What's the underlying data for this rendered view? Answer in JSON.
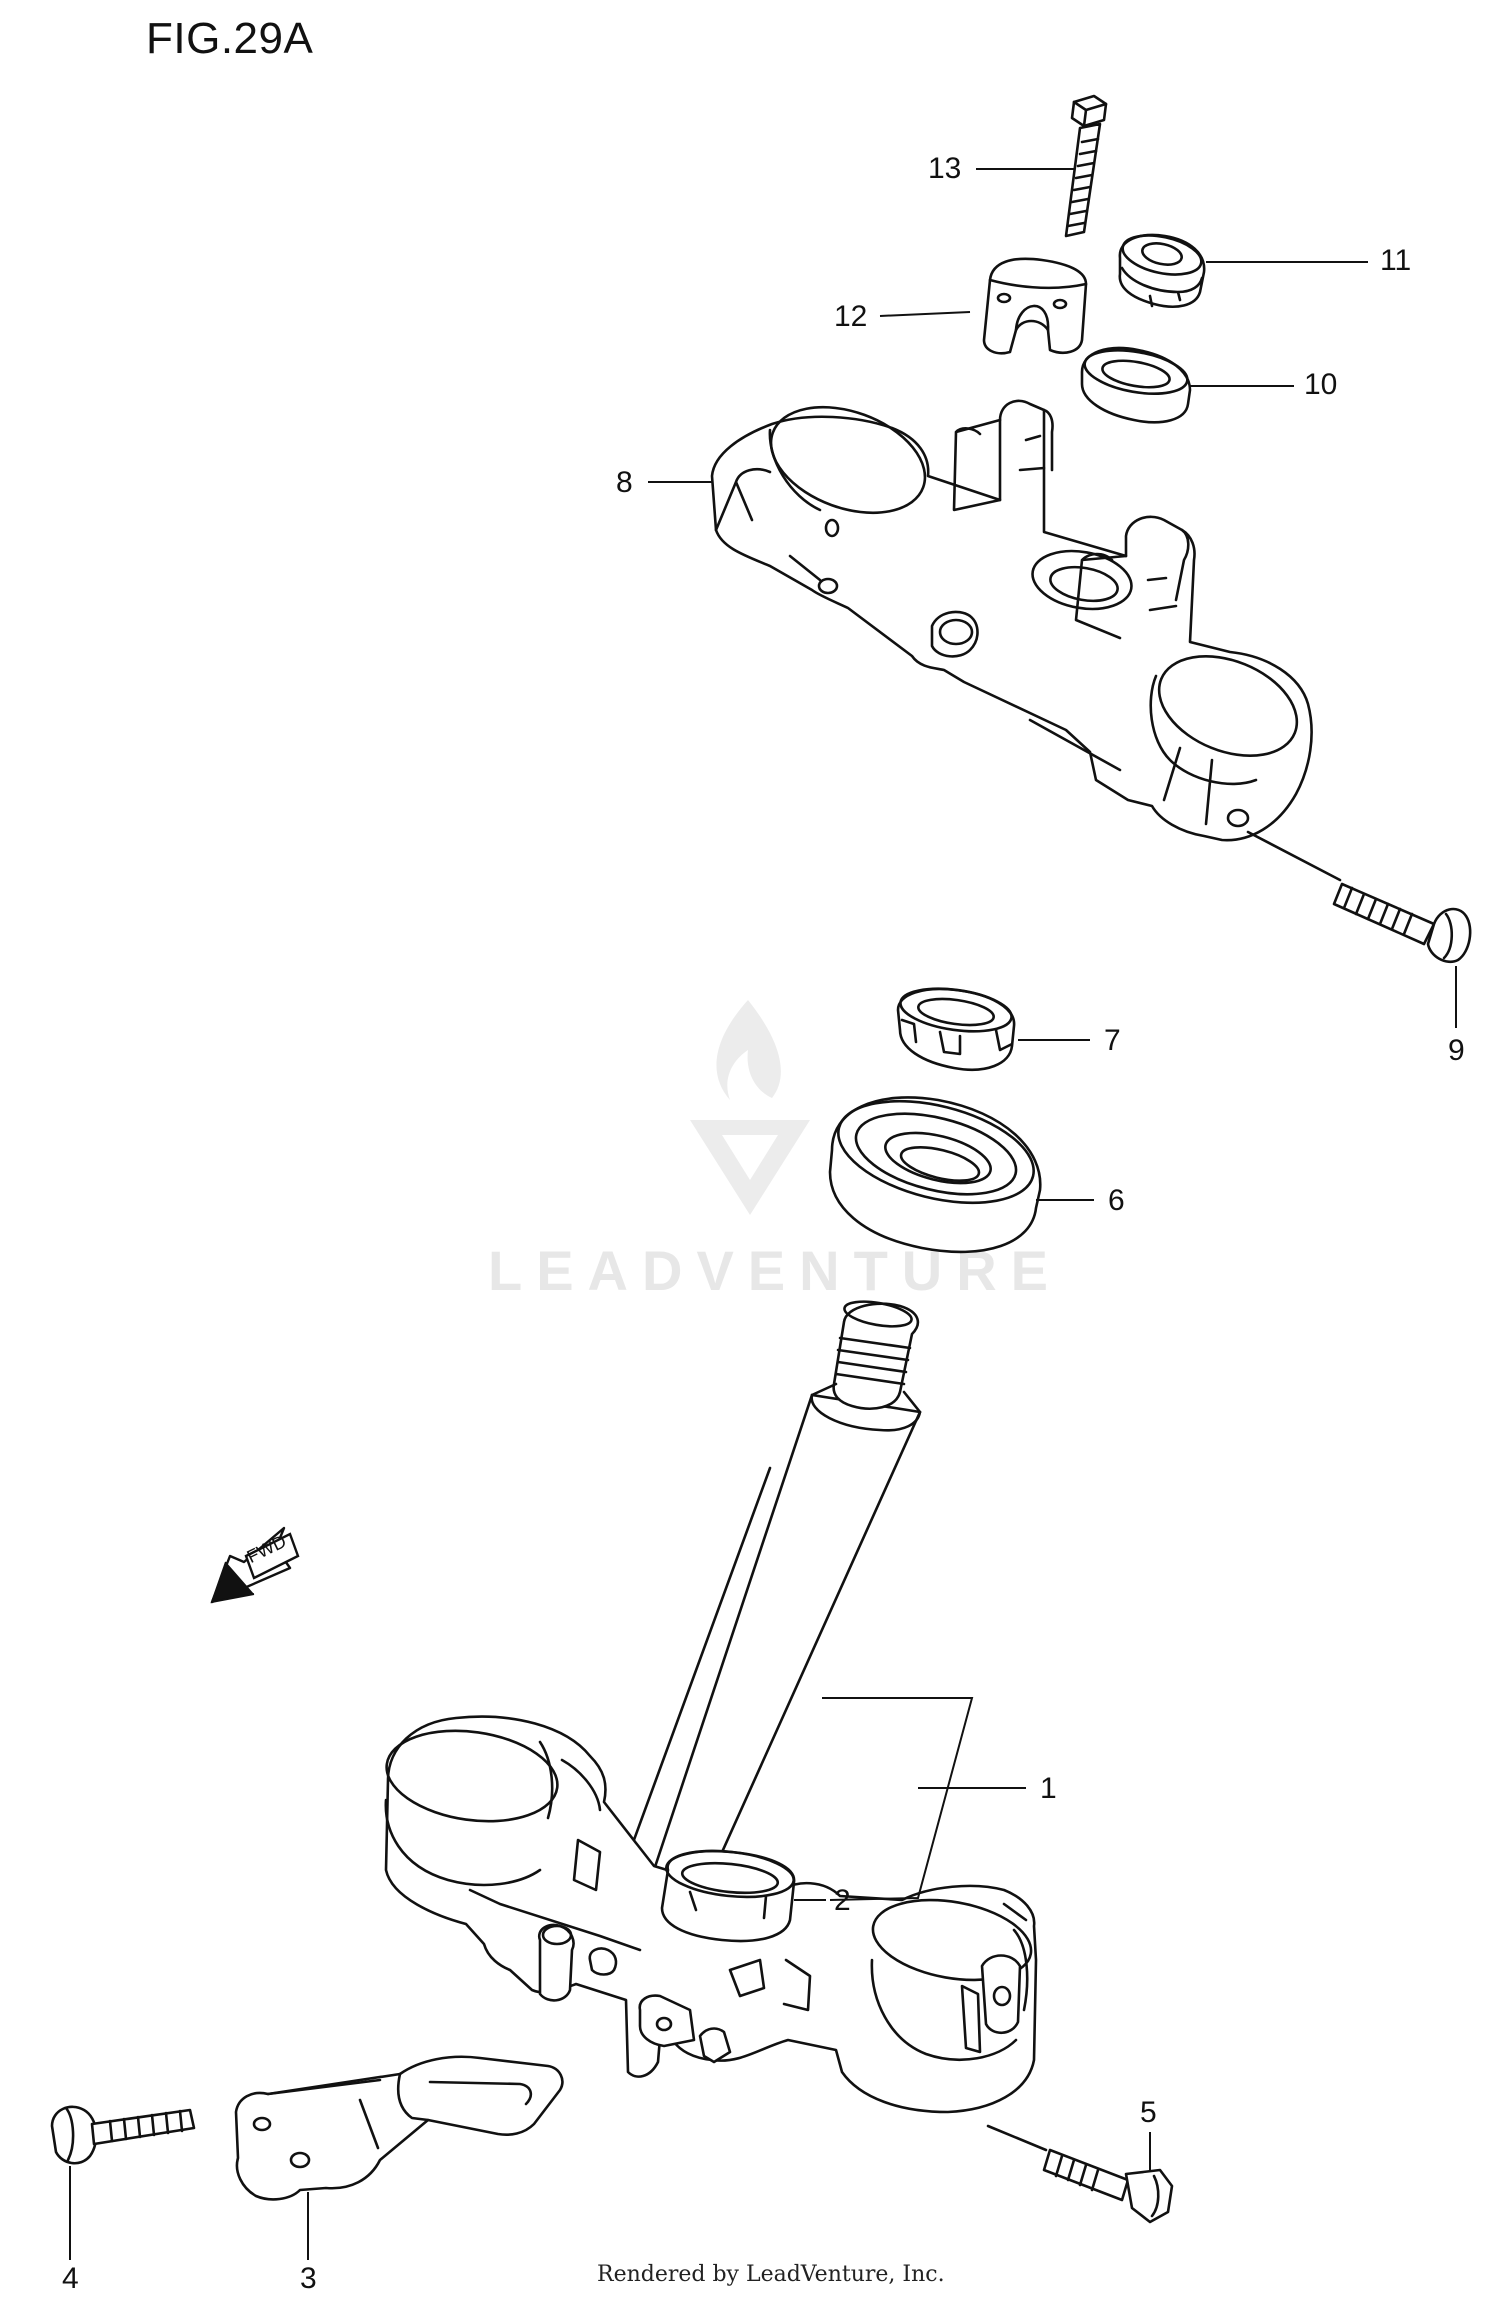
{
  "figure": {
    "title": "FIG.29A"
  },
  "watermark": {
    "brand": "LEADVENTURE"
  },
  "footer": {
    "text": "Rendered by LeadVenture, Inc."
  },
  "arrow": {
    "label": "FWD"
  },
  "callouts": [
    {
      "number": "1",
      "part": "steering-stem-lower-bracket"
    },
    {
      "number": "2",
      "part": "dust-seal"
    },
    {
      "number": "3",
      "part": "hose-guide-bracket"
    },
    {
      "number": "4",
      "part": "bolt"
    },
    {
      "number": "5",
      "part": "bolt"
    },
    {
      "number": "6",
      "part": "bearing"
    },
    {
      "number": "7",
      "part": "steering-stem-nut"
    },
    {
      "number": "8",
      "part": "upper-bracket"
    },
    {
      "number": "9",
      "part": "bolt"
    },
    {
      "number": "10",
      "part": "washer"
    },
    {
      "number": "11",
      "part": "steering-stem-head-nut"
    },
    {
      "number": "12",
      "part": "handlebar-holder"
    },
    {
      "number": "13",
      "part": "bolt"
    }
  ]
}
